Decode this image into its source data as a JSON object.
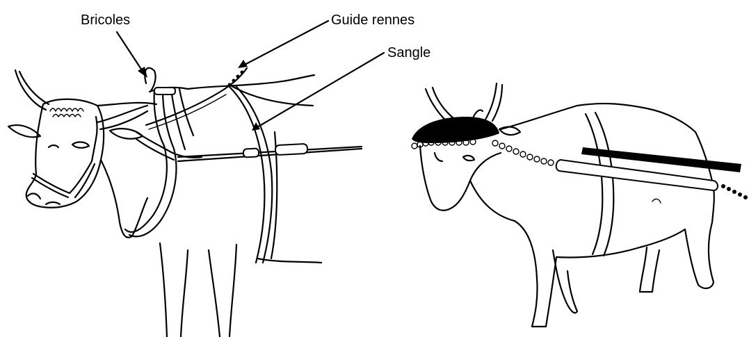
{
  "labels": {
    "bricoles": "Bricoles",
    "guide_rennes": "Guide rennes",
    "sangle": "Sangle"
  },
  "colors": {
    "ink": "#000000",
    "background": "#ffffff"
  }
}
